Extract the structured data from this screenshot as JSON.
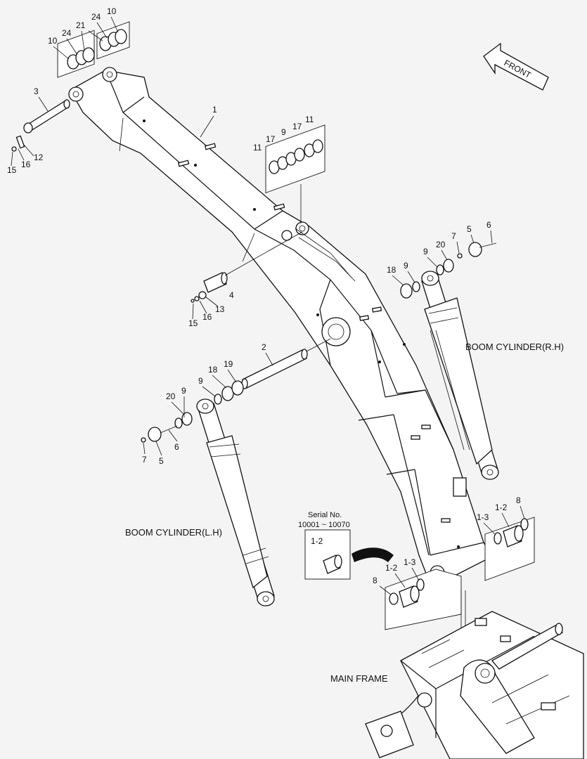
{
  "captions": {
    "boom_cylinder_rh": "BOOM CYLINDER(R.H)",
    "boom_cylinder_lh": "BOOM CYLINDER(L.H)",
    "main_frame": "MAIN FRAME",
    "front": "FRONT",
    "serial_title": "Serial No.",
    "serial_range": "10001 ~ 10070",
    "serial_part": "1-2"
  },
  "labels": {
    "top_left_group": [
      "10",
      "24",
      "21",
      "24",
      "10"
    ],
    "top_right_group": [
      "11",
      "17",
      "9",
      "17",
      "11"
    ],
    "pin3": "3",
    "bolt15a": "15",
    "washer16a": "16",
    "plate12": "12",
    "boom1": "1",
    "pin4": "4",
    "bolt13": "13",
    "washer16b": "16",
    "bolt15b": "15",
    "pin2": "2",
    "rh_group": [
      "18",
      "9",
      "9",
      "20",
      "7",
      "5",
      "6"
    ],
    "lh_group": [
      "20",
      "9",
      "9",
      "18",
      "19"
    ],
    "lh_lower": [
      "7",
      "5",
      "6"
    ],
    "foot_right": [
      "1-3",
      "1-2",
      "8"
    ],
    "foot_left": [
      "8",
      "1-2",
      "1-3"
    ]
  }
}
